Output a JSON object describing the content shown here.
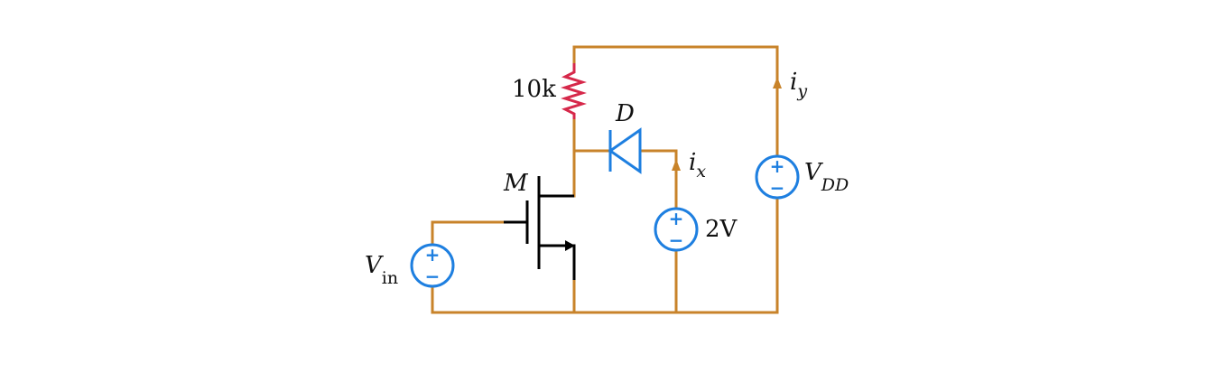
{
  "labels": {
    "resistor": "10k",
    "diode": "D",
    "mosfet": "M",
    "ix_main": "i",
    "ix_sub": "x",
    "iy_main": "i",
    "iy_sub": "y",
    "vdd_main": "V",
    "vdd_sub": "DD",
    "vin_main": "V",
    "vin_sub": "in",
    "source_2v": "2V",
    "plus": "+",
    "minus": "−"
  },
  "colors": {
    "wire": "#c8832a",
    "source": "#1e7fe0",
    "resistor": "#d6284a",
    "transistor": "#000000"
  }
}
